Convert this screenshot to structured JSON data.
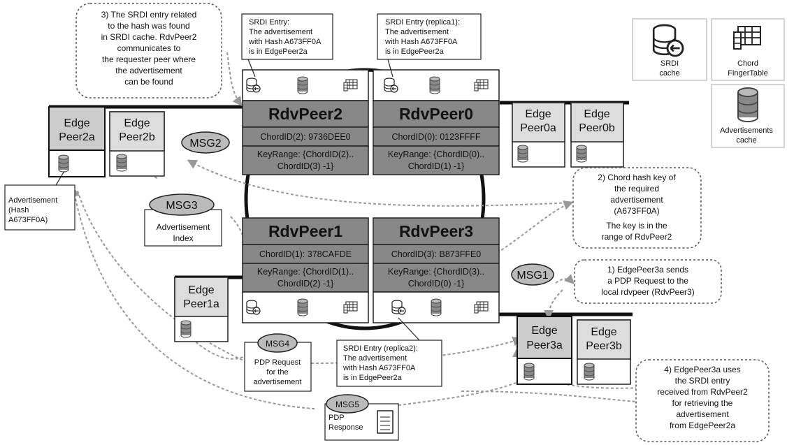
{
  "rdvpeers": {
    "rdvpeer2": {
      "title": "RdvPeer2",
      "chord_id": "ChordID(2): 9736DEE0",
      "keyrange_1": "KeyRange: {ChordID(2)..",
      "keyrange_2": "ChordID(3) -1}"
    },
    "rdvpeer0": {
      "title": "RdvPeer0",
      "chord_id": "ChordID(0): 0123FFFF",
      "keyrange_1": "KeyRange: {ChordID(0)..",
      "keyrange_2": "ChordID(1) -1}"
    },
    "rdvpeer1": {
      "title": "RdvPeer1",
      "chord_id": "ChordID(1): 378CAFDE",
      "keyrange_1": "KeyRange: {ChordID(1)..",
      "keyrange_2": "ChordID(2) -1}"
    },
    "rdvpeer3": {
      "title": "RdvPeer3",
      "chord_id": "ChordID(3): B873FFE0",
      "keyrange_1": "KeyRange: {ChordID(3)..",
      "keyrange_2": "ChordID(0) -1}"
    }
  },
  "edgepeers": {
    "edgepeer2a": {
      "line1": "Edge",
      "line2": "Peer2a"
    },
    "edgepeer2b": {
      "line1": "Edge",
      "line2": "Peer2b"
    },
    "edgepeer0a": {
      "line1": "Edge",
      "line2": "Peer0a"
    },
    "edgepeer0b": {
      "line1": "Edge",
      "line2": "Peer0b"
    },
    "edgepeer1a": {
      "line1": "Edge",
      "line2": "Peer1a"
    },
    "edgepeer3a": {
      "line1": "Edge",
      "line2": "Peer3a"
    },
    "edgepeer3b": {
      "line1": "Edge",
      "line2": "Peer3b"
    }
  },
  "legend": {
    "srdi": {
      "line1": "SRDI",
      "line2": "cache"
    },
    "chord": {
      "line1": "Chord",
      "line2": "FingerTable"
    },
    "adv": {
      "line1": "Advertisements",
      "line2": "cache"
    }
  },
  "messages": {
    "msg1": "MSG1",
    "msg2": "MSG2",
    "msg3": "MSG3",
    "msg4": "MSG4",
    "msg5": "MSG5"
  },
  "msg3_caption": {
    "line1": "Advertisement",
    "line2": "Index"
  },
  "msg4_caption": {
    "line1": "PDP Request",
    "line2": "for the",
    "line3": "advertisement"
  },
  "msg5_caption": {
    "line1": "PDP",
    "line2": "Response"
  },
  "notes": {
    "step1": [
      "1) EdgePeer3a sends",
      "a PDP Request to the",
      "local rdvpeer (RdvPeer3)"
    ],
    "step2": [
      "2) Chord hash key of",
      "the required",
      "advertisement",
      "(A673FF0A)",
      "The key is in the",
      "range of RdvPeer2"
    ],
    "step3": [
      "3) The SRDI entry related",
      "to the hash was found",
      "in SRDI cache. RdvPeer2",
      "communicates to",
      "the requester peer where",
      "the advertisement",
      "can be found"
    ],
    "step4": [
      "4) EdgePeer3a uses",
      "the SRDI entry",
      "received from RdvPeer2",
      "for retrieving the",
      "advertisement",
      "from EdgePeer2a"
    ]
  },
  "srdi_entries": {
    "entry": [
      "SRDI Entry:",
      "The advertisement",
      "with Hash A673FF0A",
      "is in EdgePeer2a"
    ],
    "replica1": [
      "SRDI Entry (replica1):",
      "The advertisement",
      "with Hash A673FF0A",
      "is in EdgePeer2a"
    ],
    "replica2": [
      "SRDI Entry (replica2):",
      "The advertisement",
      "with Hash A673FF0A",
      "is in EdgePeer2a"
    ]
  },
  "advertisement_label": [
    "Advertisement",
    "(Hash",
    "A673FF0A)"
  ]
}
